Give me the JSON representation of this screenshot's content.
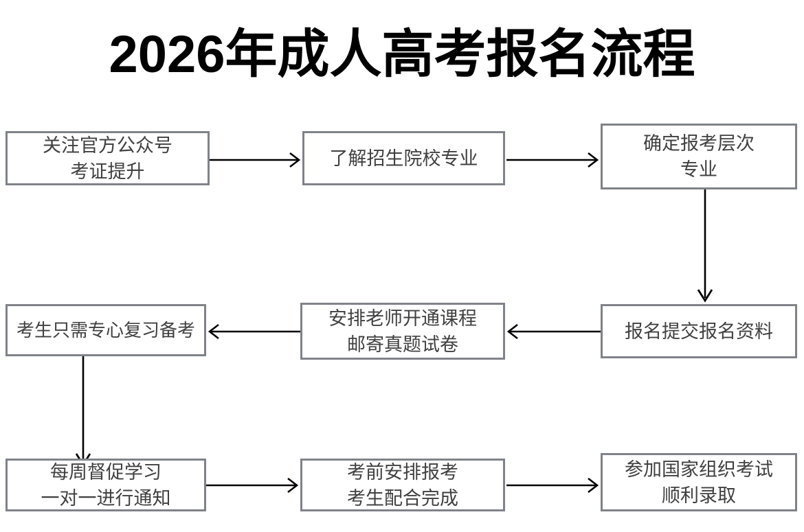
{
  "title": "2026年成人高考报名流程",
  "chart_data": {
    "type": "diagram",
    "title": "2026年成人高考报名流程",
    "layout": "3 rows x 3 columns serpentine flowchart",
    "nodes": [
      {
        "id": "box-1",
        "row": 1,
        "col": 1,
        "lines": [
          "关注官方公众号",
          "考证提升"
        ]
      },
      {
        "id": "box-2",
        "row": 1,
        "col": 2,
        "lines": [
          "了解招生院校专业"
        ]
      },
      {
        "id": "box-3",
        "row": 1,
        "col": 3,
        "lines": [
          "确定报考层次",
          "专业"
        ]
      },
      {
        "id": "box-4",
        "row": 2,
        "col": 1,
        "lines": [
          "考生只需专心复习备考"
        ]
      },
      {
        "id": "box-5",
        "row": 2,
        "col": 2,
        "lines": [
          "安排老师开通课程",
          "邮寄真题试卷"
        ]
      },
      {
        "id": "box-6",
        "row": 2,
        "col": 3,
        "lines": [
          "报名提交报名资料"
        ]
      },
      {
        "id": "box-7",
        "row": 3,
        "col": 1,
        "lines": [
          "每周督促学习",
          "一对一进行通知"
        ]
      },
      {
        "id": "box-8",
        "row": 3,
        "col": 2,
        "lines": [
          "考前安排报考",
          "考生配合完成"
        ]
      },
      {
        "id": "box-9",
        "row": 3,
        "col": 3,
        "lines": [
          "参加国家组织考试",
          "顺利录取"
        ]
      }
    ],
    "edges": [
      {
        "from": "box-1",
        "to": "box-2",
        "direction": "right"
      },
      {
        "from": "box-2",
        "to": "box-3",
        "direction": "right"
      },
      {
        "from": "box-3",
        "to": "box-6",
        "direction": "down"
      },
      {
        "from": "box-6",
        "to": "box-5",
        "direction": "left"
      },
      {
        "from": "box-5",
        "to": "box-4",
        "direction": "left"
      },
      {
        "from": "box-4",
        "to": "box-7",
        "direction": "down"
      },
      {
        "from": "box-7",
        "to": "box-8",
        "direction": "right"
      },
      {
        "from": "box-8",
        "to": "box-9",
        "direction": "right"
      }
    ],
    "colors": {
      "background": "#ffffff",
      "box_border": "#808289",
      "box_fill": "#ffffff",
      "box_text": "#404040",
      "title_text": "#000000",
      "arrow": "#000000"
    }
  },
  "boxes": {
    "box1": {
      "line1": "关注官方公众号",
      "line2": "考证提升"
    },
    "box2": {
      "line1": "了解招生院校专业"
    },
    "box3": {
      "line1": "确定报考层次",
      "line2": "专业"
    },
    "box4": {
      "line1": "考生只需专心复习备考"
    },
    "box5": {
      "line1": "安排老师开通课程",
      "line2": "邮寄真题试卷"
    },
    "box6": {
      "line1": "报名提交报名资料"
    },
    "box7": {
      "line1": "每周督促学习",
      "line2": "一对一进行通知"
    },
    "box8": {
      "line1": "考前安排报考",
      "line2": "考生配合完成"
    },
    "box9": {
      "line1": "参加国家组织考试",
      "line2": "顺利录取"
    }
  }
}
